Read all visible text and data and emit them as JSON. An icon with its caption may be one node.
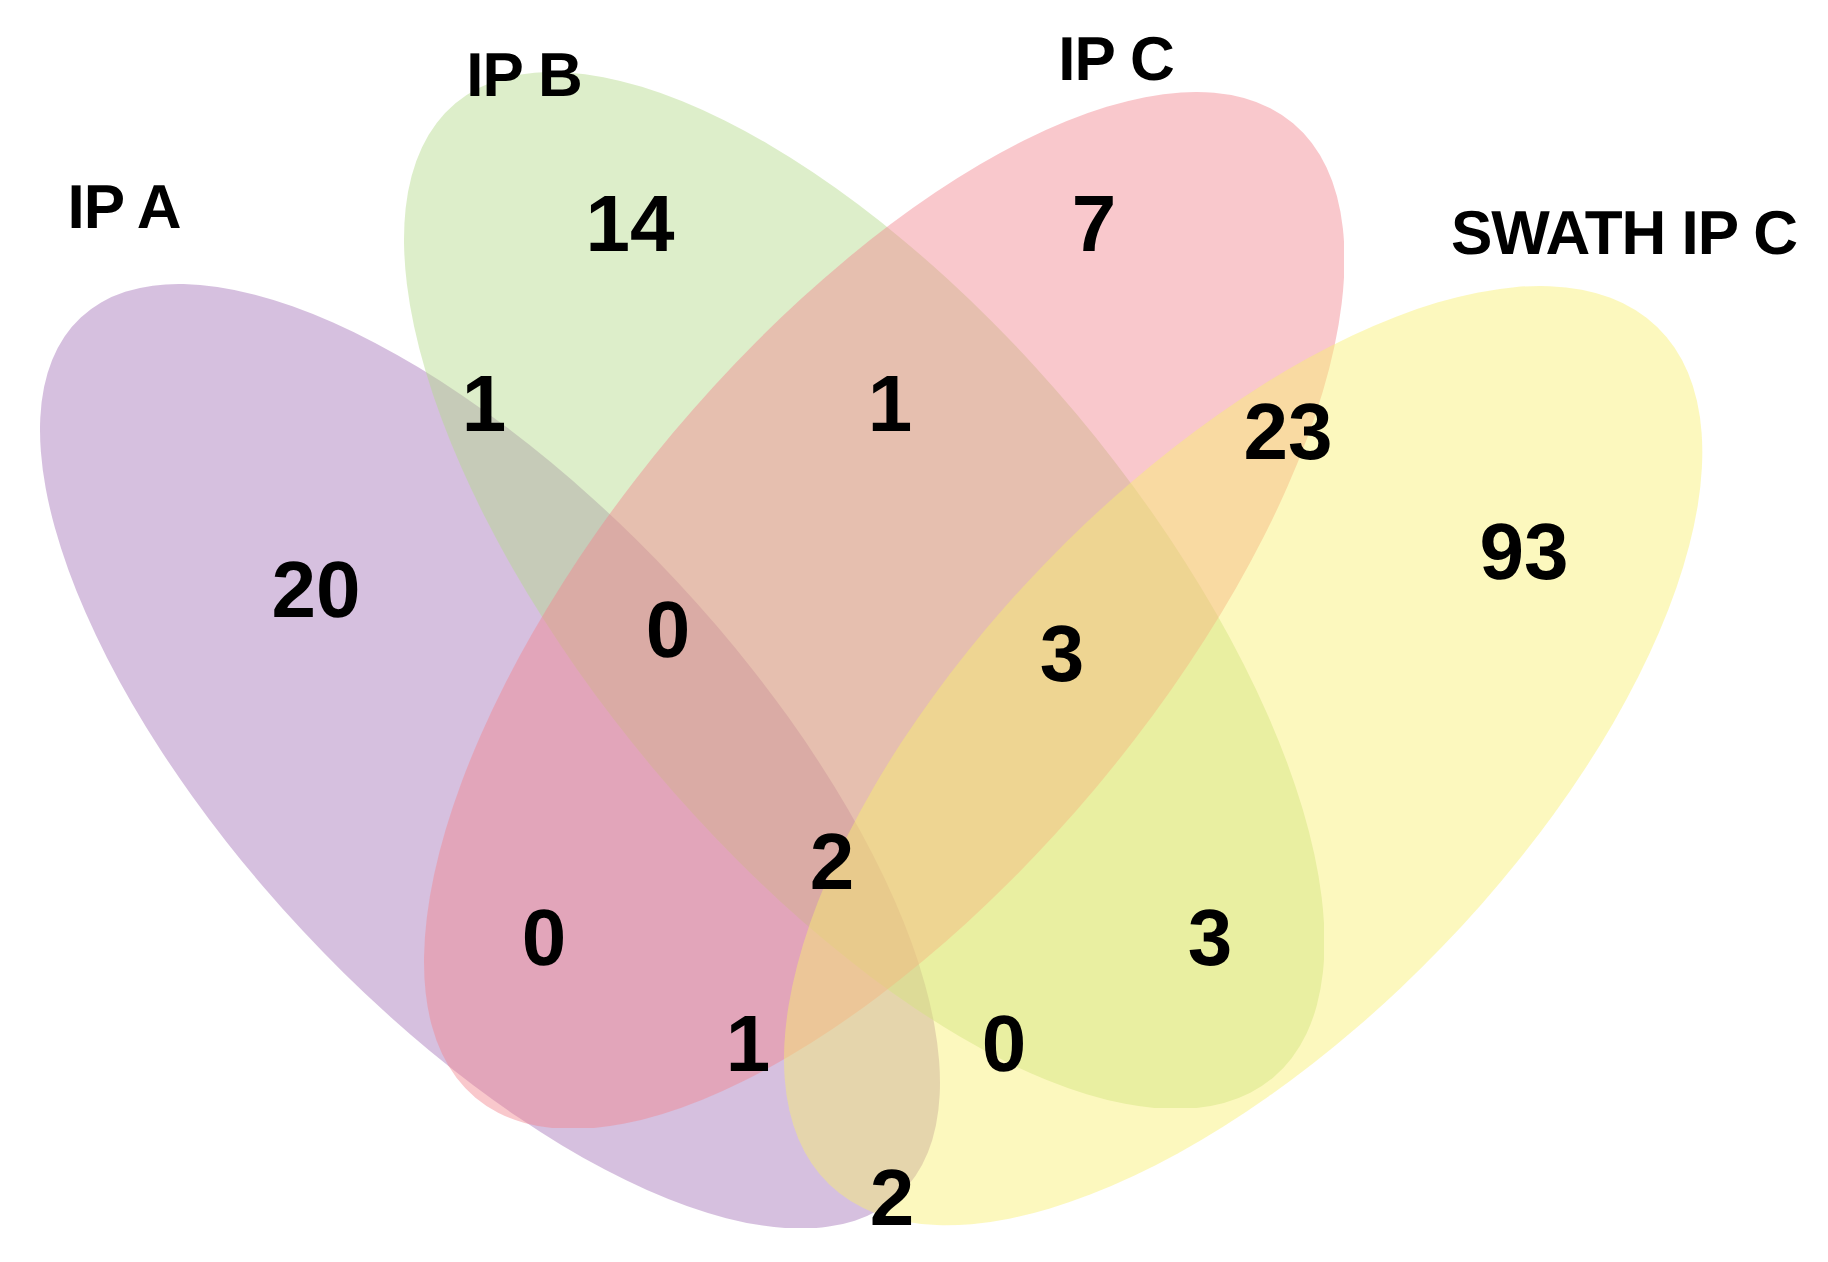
{
  "diagram": {
    "nodes": [
      {
        "text": [
          "IP A"
        ]
      },
      {
        "text": [
          "IP B"
        ]
      },
      {
        "text": [
          "IP C"
        ]
      },
      {
        "text": [
          "SWATH IP C"
        ]
      }
    ],
    "labels": [
      "14",
      "7",
      "1",
      "1",
      "23",
      "93",
      "20",
      "0",
      "3",
      "2",
      "0",
      "3",
      "1",
      "0",
      "2"
    ]
  }
}
